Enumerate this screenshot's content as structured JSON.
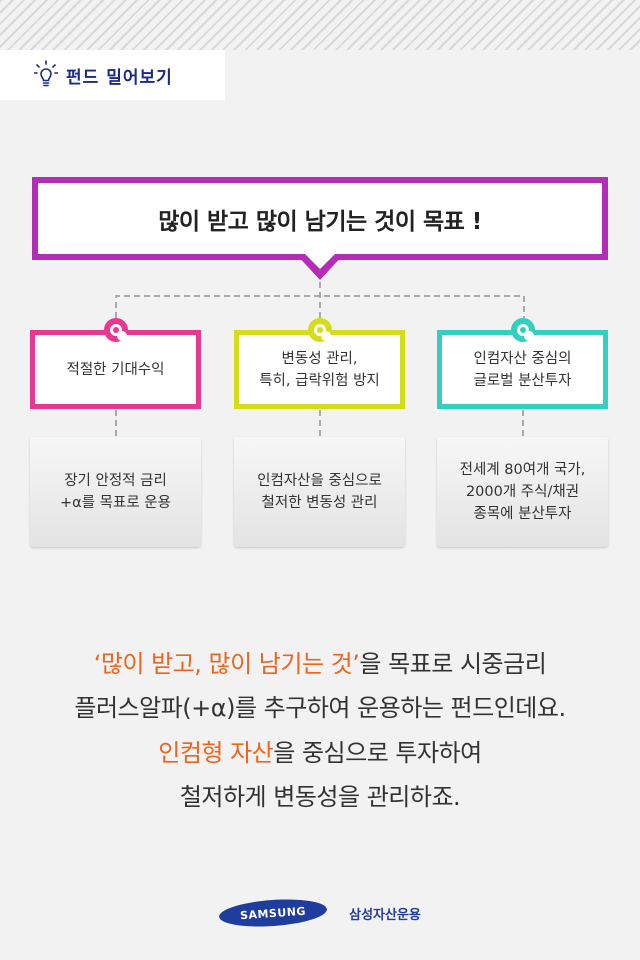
{
  "header": {
    "tag_label": "펀드 밀어보기"
  },
  "goal": {
    "title": "많이 받고 많이 남기는 것이 목표 !"
  },
  "columns": [
    {
      "category_lines": [
        "적절한 기대수익"
      ],
      "detail_lines": [
        "장기 안정적 금리",
        "+α를 목표로 운용"
      ],
      "color": "#e8388f"
    },
    {
      "category_lines": [
        "변동성 관리,",
        "특히, 급락위험 방지"
      ],
      "detail_lines": [
        "인컴자산을 중심으로",
        "철저한 변동성 관리"
      ],
      "color": "#d4dc1c"
    },
    {
      "category_lines": [
        "인컴자산 중심의",
        "글로벌 분산투자"
      ],
      "detail_lines": [
        "전세계 80여개 국가,",
        "2000개 주식/채권",
        "종목에 분산투자"
      ],
      "color": "#33cfc0"
    }
  ],
  "description": {
    "line1_highlight": "‘많이 받고, 많이 남기는 것’",
    "line1_rest": "을 목표로 시중금리",
    "line2": "플러스알파(+α)를 추구하여 운용하는 펀드인데요.",
    "line3_highlight": "인컴형 자산",
    "line3_rest": "을 중심으로 투자하여",
    "line4": "철저하게 변동성을 관리하죠."
  },
  "footer": {
    "logo_text": "SAMSUNG",
    "company": "삼성자산운용"
  },
  "colors": {
    "goal_border": "#b52cb7",
    "highlight": "#f0641e",
    "brand": "#1f3d9c"
  }
}
